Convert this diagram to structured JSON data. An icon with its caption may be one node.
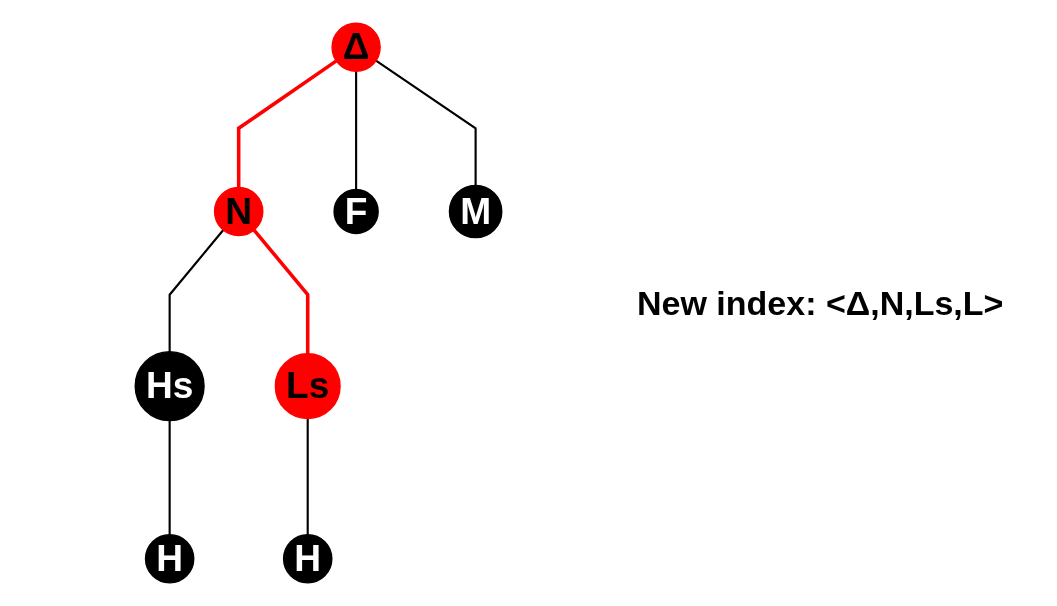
{
  "diagram": {
    "nodes": [
      {
        "text": [
          "Δ"
        ]
      },
      {
        "text": [
          "N"
        ]
      },
      {
        "text": [
          "F"
        ]
      },
      {
        "text": [
          "M"
        ]
      },
      {
        "text": [
          "Hs"
        ]
      },
      {
        "text": [
          "Ls"
        ]
      },
      {
        "text": [
          "H"
        ]
      },
      {
        "text": [
          "H"
        ]
      }
    ],
    "edges": [
      {
        "from": 0,
        "to": 1,
        "arrow": "none",
        "color": "#ff0000"
      },
      {
        "from": 0,
        "to": 2,
        "arrow": "none"
      },
      {
        "from": 0,
        "to": 3,
        "arrow": "none"
      },
      {
        "from": 1,
        "to": 4,
        "arrow": "none"
      },
      {
        "from": 1,
        "to": 5,
        "arrow": "none",
        "color": "#ff0000"
      },
      {
        "from": 4,
        "to": 6,
        "arrow": "none"
      },
      {
        "from": 5,
        "to": 7,
        "arrow": "none"
      }
    ],
    "labels": [
      "New index: <Δ,N,Ls,L>"
    ]
  }
}
